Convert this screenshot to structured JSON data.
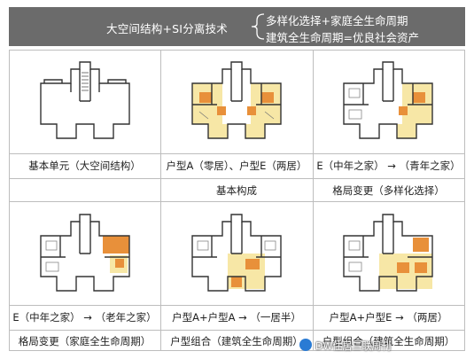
{
  "header": {
    "left": "大空间结构+SI分离技术",
    "right_top": "多样化选择+家庭全生命周期",
    "right_bottom": "建筑全生命周期=优良社会资产"
  },
  "panels": [
    {
      "caption1": "基本单元（大空间结构）",
      "caption2": ""
    },
    {
      "caption1": "户型A（零居）、户型E（两居）",
      "caption2": "基本构成"
    },
    {
      "caption1": "E（中年之家） → （青年之家）",
      "caption2": "格局变更（多样化选择）"
    },
    {
      "caption1": "E（中年之家） → （老年之家）",
      "caption2": "格局变更（家庭全生命周期）"
    },
    {
      "caption1": "户型A+户型A → （一居半）",
      "caption2": "户型组合（建筑全生命周期）"
    },
    {
      "caption1": "户型A+户型E → （两居）",
      "caption2": "户型组合（建筑全生命周期）"
    }
  ],
  "watermark": "DW住居三联周刊",
  "colors": {
    "header_bg": "#6b6b6b",
    "room_orange": "#e8903a",
    "room_yellow": "#f7e7a6",
    "wall": "#333333"
  }
}
